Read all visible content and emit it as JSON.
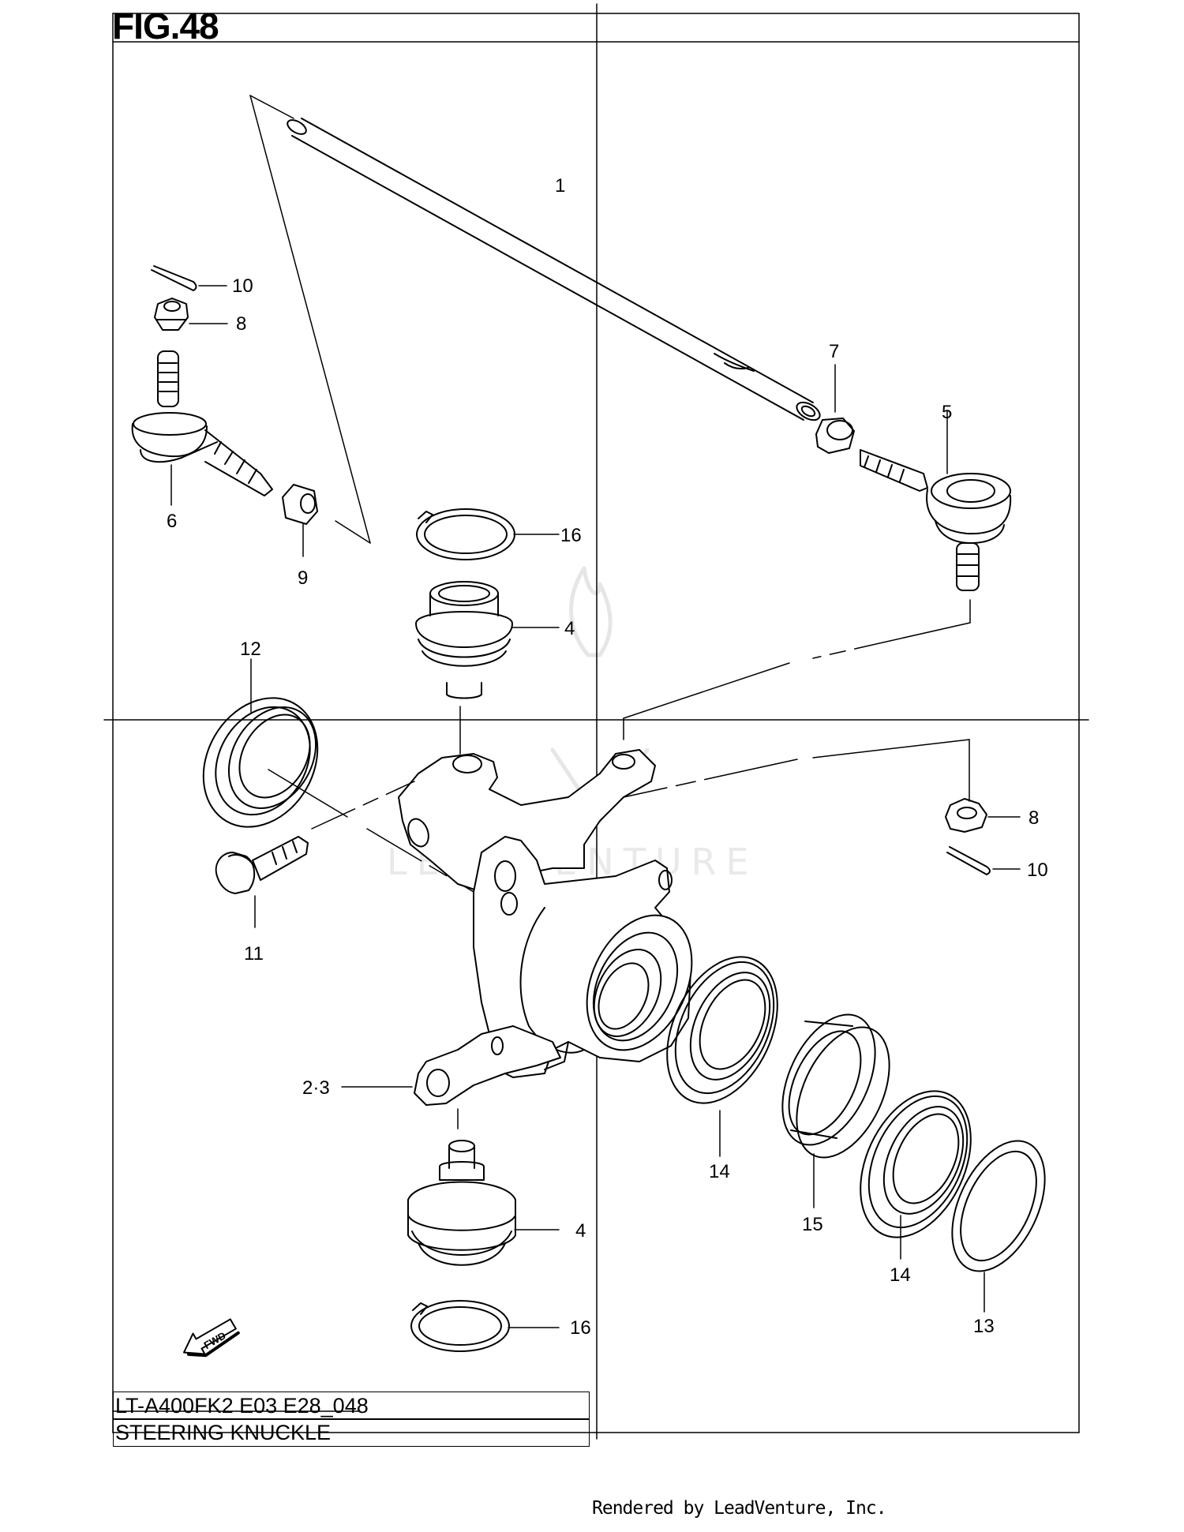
{
  "figure": {
    "title": "FIG.48"
  },
  "callouts": [
    {
      "id": "tie-rod",
      "text": "1"
    },
    {
      "id": "knuckle",
      "text": "2·3"
    },
    {
      "id": "ball-joint-upper",
      "text": "4"
    },
    {
      "id": "ball-joint-lower",
      "text": "4"
    },
    {
      "id": "tie-rod-end-right",
      "text": "5"
    },
    {
      "id": "tie-rod-end-left",
      "text": "6"
    },
    {
      "id": "nut-7",
      "text": "7"
    },
    {
      "id": "nut-8-left",
      "text": "8"
    },
    {
      "id": "nut-8-right",
      "text": "8"
    },
    {
      "id": "nut-9",
      "text": "9"
    },
    {
      "id": "cotter-pin-left",
      "text": "10"
    },
    {
      "id": "cotter-pin-right",
      "text": "10"
    },
    {
      "id": "bolt-11",
      "text": "11"
    },
    {
      "id": "seal-12",
      "text": "12"
    },
    {
      "id": "seal-13",
      "text": "13"
    },
    {
      "id": "bearing-14-left",
      "text": "14"
    },
    {
      "id": "bearing-14-right",
      "text": "14"
    },
    {
      "id": "spacer-15",
      "text": "15"
    },
    {
      "id": "circlip-16-upper",
      "text": "16"
    },
    {
      "id": "circlip-16-lower",
      "text": "16"
    }
  ],
  "fwd_arrow": {
    "label": "FWD",
    "icon": "fwd-arrow-icon"
  },
  "watermark": {
    "text": "LEADVENTURE",
    "icon": "leadventure-logo-icon"
  },
  "footer": {
    "model_code": "LT-A400FK2 E03 E28_048",
    "section_name": "STEERING KNUCKLE",
    "rendered_by": "Rendered by LeadVenture, Inc."
  }
}
